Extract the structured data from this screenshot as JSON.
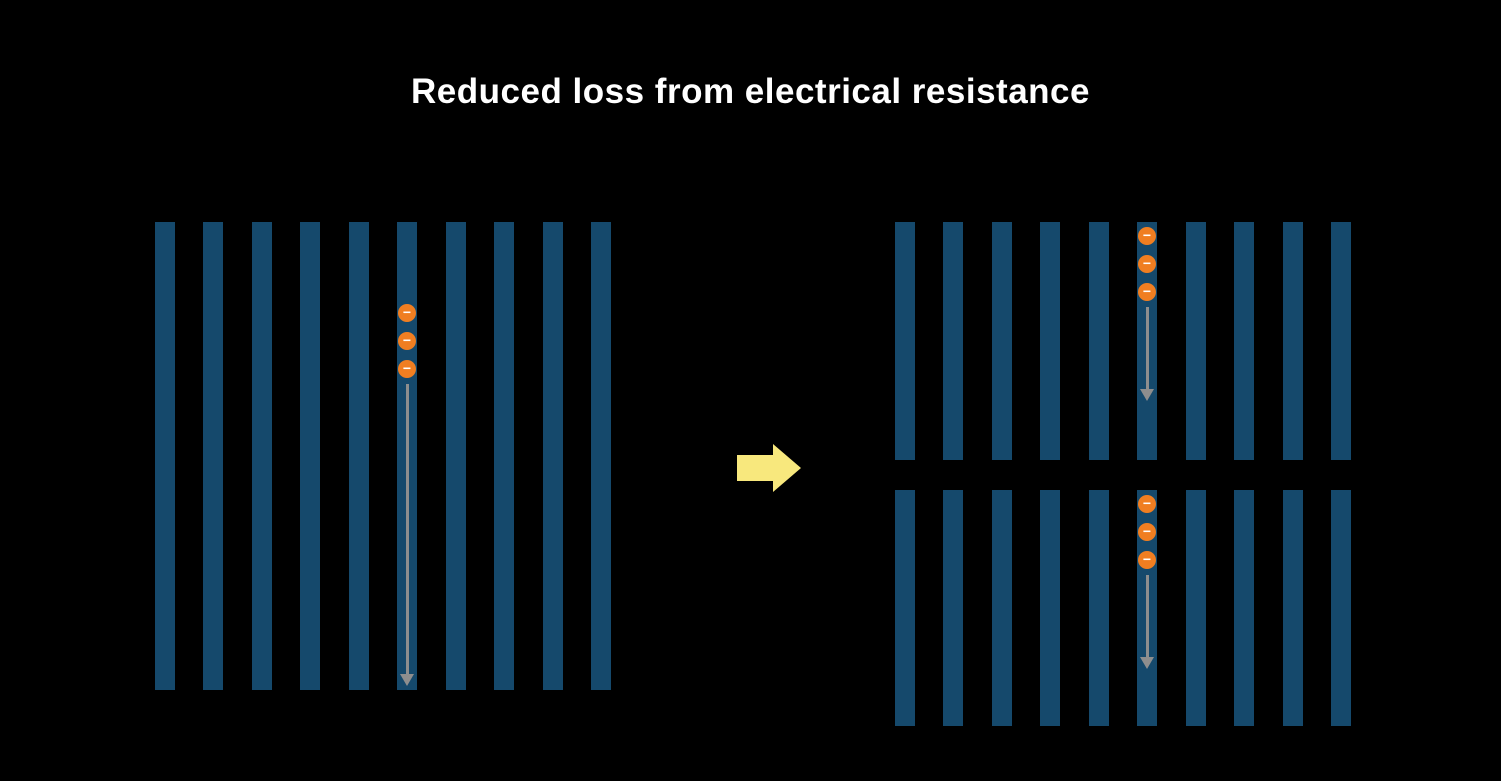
{
  "title": "Reduced loss from electrical resistance",
  "colors": {
    "background": "#000000",
    "cell_bar": "#15496C",
    "electron_fill": "#F07E21",
    "electron_symbol": "#FFFFFF",
    "flow_arrow": "#8E8E8E",
    "transition_arrow": "#F8E87D"
  },
  "full_cell": {
    "bar_count": 10,
    "electrons": [
      "−",
      "−",
      "−"
    ]
  },
  "half_cells": {
    "top": {
      "bar_count": 10,
      "electrons": [
        "−",
        "−",
        "−"
      ]
    },
    "bottom": {
      "bar_count": 10,
      "electrons": [
        "−",
        "−",
        "−"
      ]
    }
  }
}
